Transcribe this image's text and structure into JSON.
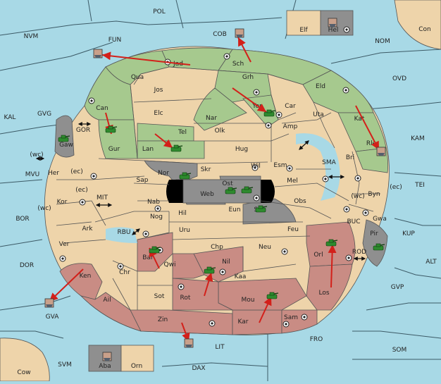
{
  "colors": {
    "sea": "#a8d9e6",
    "land_neutral": "#eed4aa",
    "power_green": "#a6c98e",
    "power_red": "#c98c84",
    "power_gray": "#8f8f8f",
    "border": "#555555",
    "order_arrow": "#d3201a",
    "unit_army": "#2e8a2e",
    "unit_fleet": "#555f6c"
  },
  "sea_labels": [
    "POL",
    "NVM",
    "FUN",
    "COB",
    "NOM",
    "OVD",
    "KAL",
    "GVG",
    "GOR",
    "(wc)",
    "MVU",
    "MIT",
    "BOR",
    "RBU",
    "DOR",
    "GVA",
    "SVM",
    "DAX",
    "LIT",
    "FRO",
    "SOM",
    "GVP",
    "ALT",
    "KUP",
    "TEI",
    "KAM",
    "SMA",
    "BUC",
    "ROD",
    "(ec)",
    "(wc)",
    "(ec)",
    "(wc)",
    "(ec)"
  ],
  "land_labels": [
    "Jad",
    "Sch",
    "Qua",
    "Grh",
    "Jos",
    "Eld",
    "Can",
    "Yor",
    "Car",
    "Uta",
    "Elc",
    "Nar",
    "Amp",
    "Kat",
    "Tel",
    "Olk",
    "Gur",
    "Lan",
    "Hug",
    "Rle",
    "Bri",
    "Nor",
    "Skr",
    "Wil",
    "Esm",
    "Sap",
    "Ost",
    "Web",
    "Mel",
    "Byn",
    "Nab",
    "Eun",
    "Obs",
    "Sun",
    "Gwa",
    "Hil",
    "Nog",
    "Uru",
    "Feu",
    "Pir",
    "Chp",
    "Neu",
    "Orl",
    "Bar",
    "Qwi",
    "Nil",
    "Kaa",
    "Chr",
    "Ken",
    "Ail",
    "Sot",
    "Rot",
    "Mou",
    "Los",
    "Zin",
    "Kar",
    "Sam",
    "Ver",
    "Ark",
    "Kor",
    "Her",
    "Gaw",
    "Con",
    "Elf",
    "Hel",
    "Cow",
    "Aba",
    "Orn"
  ],
  "arrow_meanings": [
    "move order"
  ],
  "unit_types": [
    "army",
    "fleet"
  ]
}
